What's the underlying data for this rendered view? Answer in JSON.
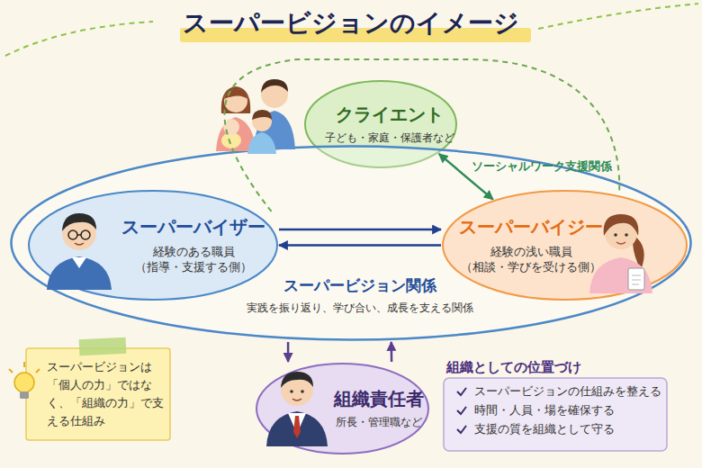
{
  "diagram": {
    "title": "スーパービジョンのイメージ",
    "nodes": [
      {
        "text": [
          "クライエント",
          "子ども・家庭・保護者など"
        ]
      },
      {
        "text": [
          "スーパービジョン関係",
          "実践を振り返り、学び合い、成長を支える関係"
        ]
      },
      {
        "text": [
          "スーパーバイザー",
          "経験のある職員",
          "（指導・支援する側）"
        ],
        "in": 1
      },
      {
        "text": [
          "スーパーバイジー",
          "経験の浅い職員",
          "（相談・学びを受ける側）"
        ],
        "in": 1
      },
      {
        "text": [
          "スーパービジョンは「個人の力」ではなく、「組織の力」で支える仕組み"
        ]
      },
      {
        "text": [
          "組織責任者",
          "所長・管理職など"
        ]
      },
      {
        "text": [
          "組織としての位置づけ",
          "スーパービジョンの仕組みを整える",
          "時間・人員・場を確保する",
          "支援の質を組織として守る"
        ]
      }
    ],
    "edges": [
      {
        "from": 0,
        "to": 3,
        "arrow": "both",
        "label": "ソーシャルワーク支援関係"
      },
      {
        "from": 2,
        "to": 3,
        "arrow": "to"
      },
      {
        "from": 3,
        "to": 2,
        "arrow": "to"
      },
      {
        "from": 2,
        "to": 3,
        "arrow": "none"
      },
      {
        "from": 1,
        "to": 5,
        "arrow": "to"
      },
      {
        "from": 5,
        "to": 1,
        "arrow": "to"
      }
    ]
  }
}
